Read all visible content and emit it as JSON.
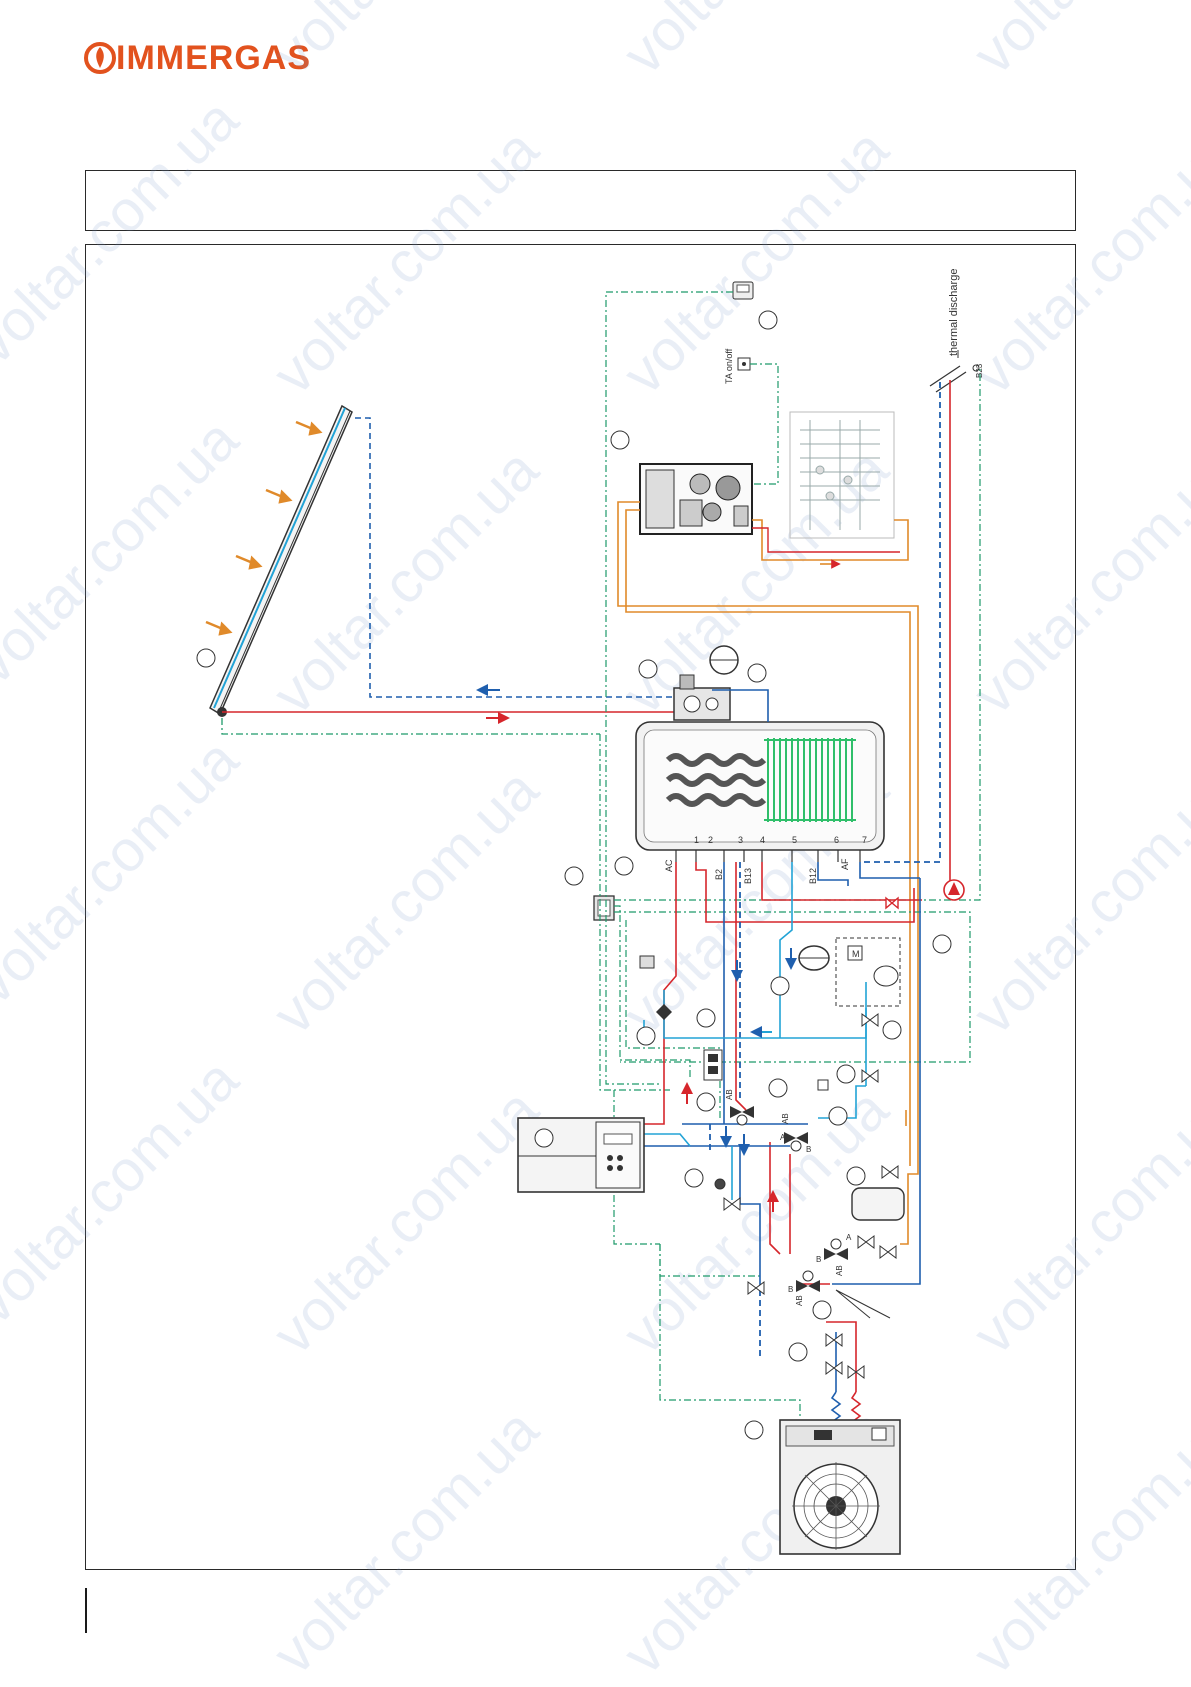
{
  "brand": {
    "name": "IMMERGAS",
    "color": "#e2521e"
  },
  "watermark": {
    "text": "voltar.com.ua",
    "color": "#8fa8d6"
  },
  "diagram": {
    "labels": {
      "thermal_discharge": "thermal discharge",
      "ta_on_off": "TA on/off",
      "sensor_b23": "B23",
      "sensor_b2": "B2",
      "sensor_b13": "B13",
      "sensor_b12": "B12",
      "port_ac": "AC",
      "port_af": "AF",
      "port_numbers": [
        "1",
        "2",
        "3",
        "4",
        "5",
        "6",
        "7"
      ],
      "valve_ab": "AB",
      "valve_a": "A",
      "valve_b": "B",
      "mixing_m": "M"
    },
    "colors": {
      "hot_flow": "#d6262c",
      "cold_return": "#1f5fae",
      "cold_water": "#22a3d6",
      "solar_pipe": "#1f5fae",
      "electric_control": "#1f9a6a",
      "boiler_loop": "#e08a2a",
      "coil_green": "#2fbf6a",
      "equipment": "#333333"
    },
    "components": [
      "solar-collector",
      "solar-pump-group",
      "expansion-vessel",
      "dhw-storage-tank",
      "control-unit",
      "hybrid-boiler-unit",
      "zone-manifold",
      "room-thermostat",
      "circulation-pump",
      "diverter-valve-1",
      "diverter-valve-2",
      "diverter-valve-3",
      "diverter-valve-4",
      "mixing-valve",
      "buffer-tank",
      "heat-pump-outdoor-unit",
      "wall-boiler",
      "filter"
    ]
  }
}
